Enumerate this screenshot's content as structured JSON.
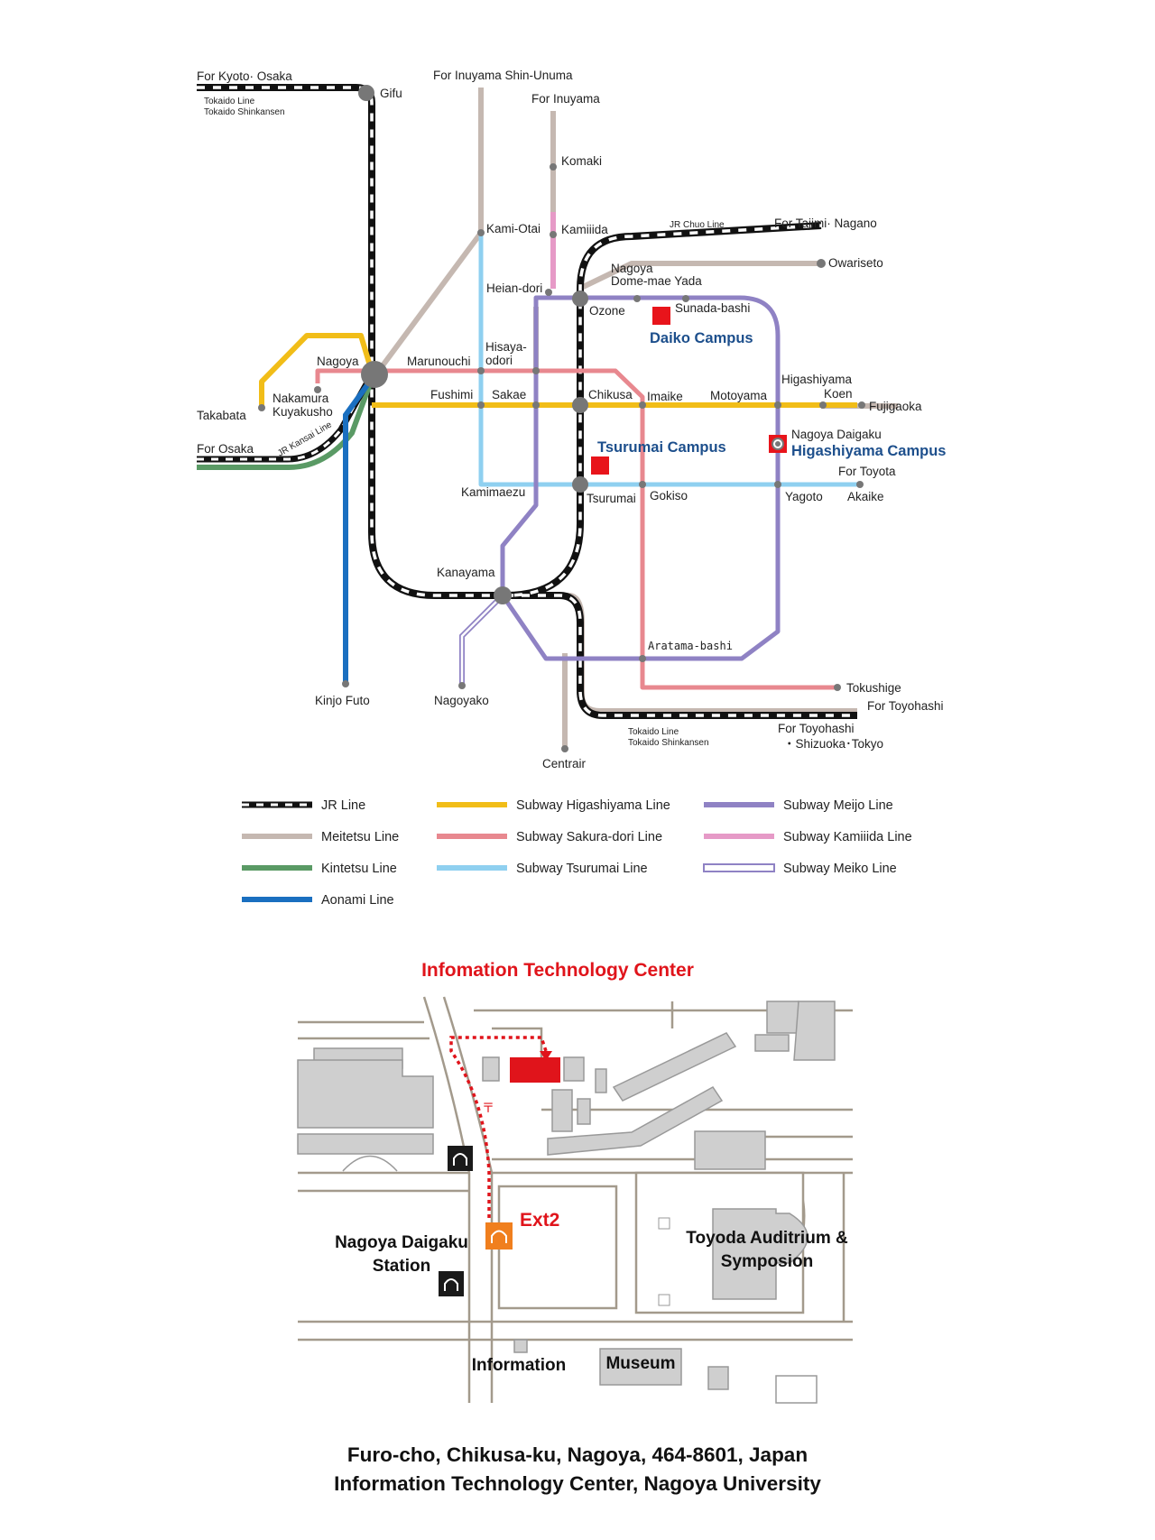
{
  "route_map": {
    "destinations": {
      "kyoto_osaka": "For Kyoto· Osaka",
      "inuyama_shin_unuma": "For Inuyama Shin-Unuma",
      "inuyama": "For Inuyama",
      "tajimi_nagano": "For Tajimi· Nagano",
      "osaka": "For Osaka",
      "toyota": "For Toyota",
      "toyohashi": "For Toyohashi",
      "toyohashi_shizuoka": "For Toyohashi",
      "shizuoka_tokyo": "・Shizuoka･Tokyo"
    },
    "line_labels": {
      "tokaido_top_1": "Tokaido Line",
      "tokaido_top_2": "Tokaido Shinkansen",
      "jr_chuo": "JR Chuo Line",
      "jr_kansai": "JR Kansai Line",
      "tokaido_bottom_1": "Tokaido Line",
      "tokaido_bottom_2": "Tokaido Shinkansen"
    },
    "stations": {
      "gifu": "Gifu",
      "komaki": "Komaki",
      "kami_otai": "Kami-Otai",
      "kamiiida": "Kamiiida",
      "owariseto": "Owariseto",
      "nagoya_dome_1": "Nagoya",
      "nagoya_dome_2": "Dome-mae Yada",
      "heian_dori": "Heian-dori",
      "ozone": "Ozone",
      "sunada_bashi": "Sunada-bashi",
      "nagoya": "Nagoya",
      "marunouchi": "Marunouchi",
      "hisaya_1": "Hisaya-",
      "hisaya_2": "odori",
      "nakamura_1": "Nakamura",
      "nakamura_2": "Kuyakusho",
      "takabata": "Takabata",
      "fushimi": "Fushimi",
      "sakae": "Sakae",
      "chikusa": "Chikusa",
      "imaike": "Imaike",
      "motoyama": "Motoyama",
      "higashiyama_koen_1": "Higashiyama",
      "higashiyama_koen_2": "Koen",
      "fujigaoka": "Fujigaoka",
      "nagoya_daigaku": "Nagoya Daigaku",
      "kamimaezu": "Kamimaezu",
      "tsurumai": "Tsurumai",
      "gokiso": "Gokiso",
      "yagoto": "Yagoto",
      "akaike": "Akaike",
      "kanayama": "Kanayama",
      "aratama_bashi": "Aratama-bashi",
      "tokushige": "Tokushige",
      "kinjo_futo": "Kinjo Futo",
      "nagoyako": "Nagoyako",
      "centrair": "Centrair"
    },
    "campuses": {
      "daiko": "Daiko Campus",
      "tsurumai": "Tsurumai Campus",
      "higashiyama": "Higashiyama Campus"
    },
    "colors": {
      "jr": "#111111",
      "meitetsu": "#c5b8b1",
      "kintetsu": "#5a9a65",
      "aonami": "#1a6fc0",
      "higashiyama": "#f1bd18",
      "sakura_dori": "#e8888f",
      "tsurumai": "#8fd0f0",
      "meijo": "#8f82c4",
      "kamiiida": "#e69ac7",
      "meiko": "#8f82c4",
      "campus_marker": "#e8141b",
      "campus_text": "#1d4f8c"
    }
  },
  "legend": {
    "items": [
      {
        "id": "jr",
        "label": "JR Line"
      },
      {
        "id": "meitetsu",
        "label": "Meitetsu Line"
      },
      {
        "id": "kintetsu",
        "label": "Kintetsu Line"
      },
      {
        "id": "aonami",
        "label": "Aonami Line"
      },
      {
        "id": "higashiyama",
        "label": "Subway Higashiyama Line"
      },
      {
        "id": "sakura",
        "label": "Subway Sakura-dori Line"
      },
      {
        "id": "tsurumai",
        "label": "Subway Tsurumai Line"
      },
      {
        "id": "meijo",
        "label": "Subway Meijo Line"
      },
      {
        "id": "kamiiida",
        "label": "Subway Kamiiida Line"
      },
      {
        "id": "meiko",
        "label": "Subway Meiko Line"
      }
    ]
  },
  "campus_map": {
    "title": "Infomation Technology Center",
    "exit_label": "Ext2",
    "station_line1": "Nagoya Daigaku",
    "station_line2": "Station",
    "auditorium_line1": "Toyoda Auditrium &",
    "auditorium_line2": "Symposion",
    "information": "Information",
    "museum": "Museum",
    "colors": {
      "route": "#e0141b",
      "building": "#cfcfcf",
      "road": "#a39a8c",
      "exit_icon": "#f07f1e",
      "subway_icon": "#1a1a1a"
    }
  },
  "footer": {
    "line1": "Furo-cho, Chikusa-ku, Nagoya, 464-8601, Japan",
    "line2": "Information Technology Center, Nagoya University"
  }
}
